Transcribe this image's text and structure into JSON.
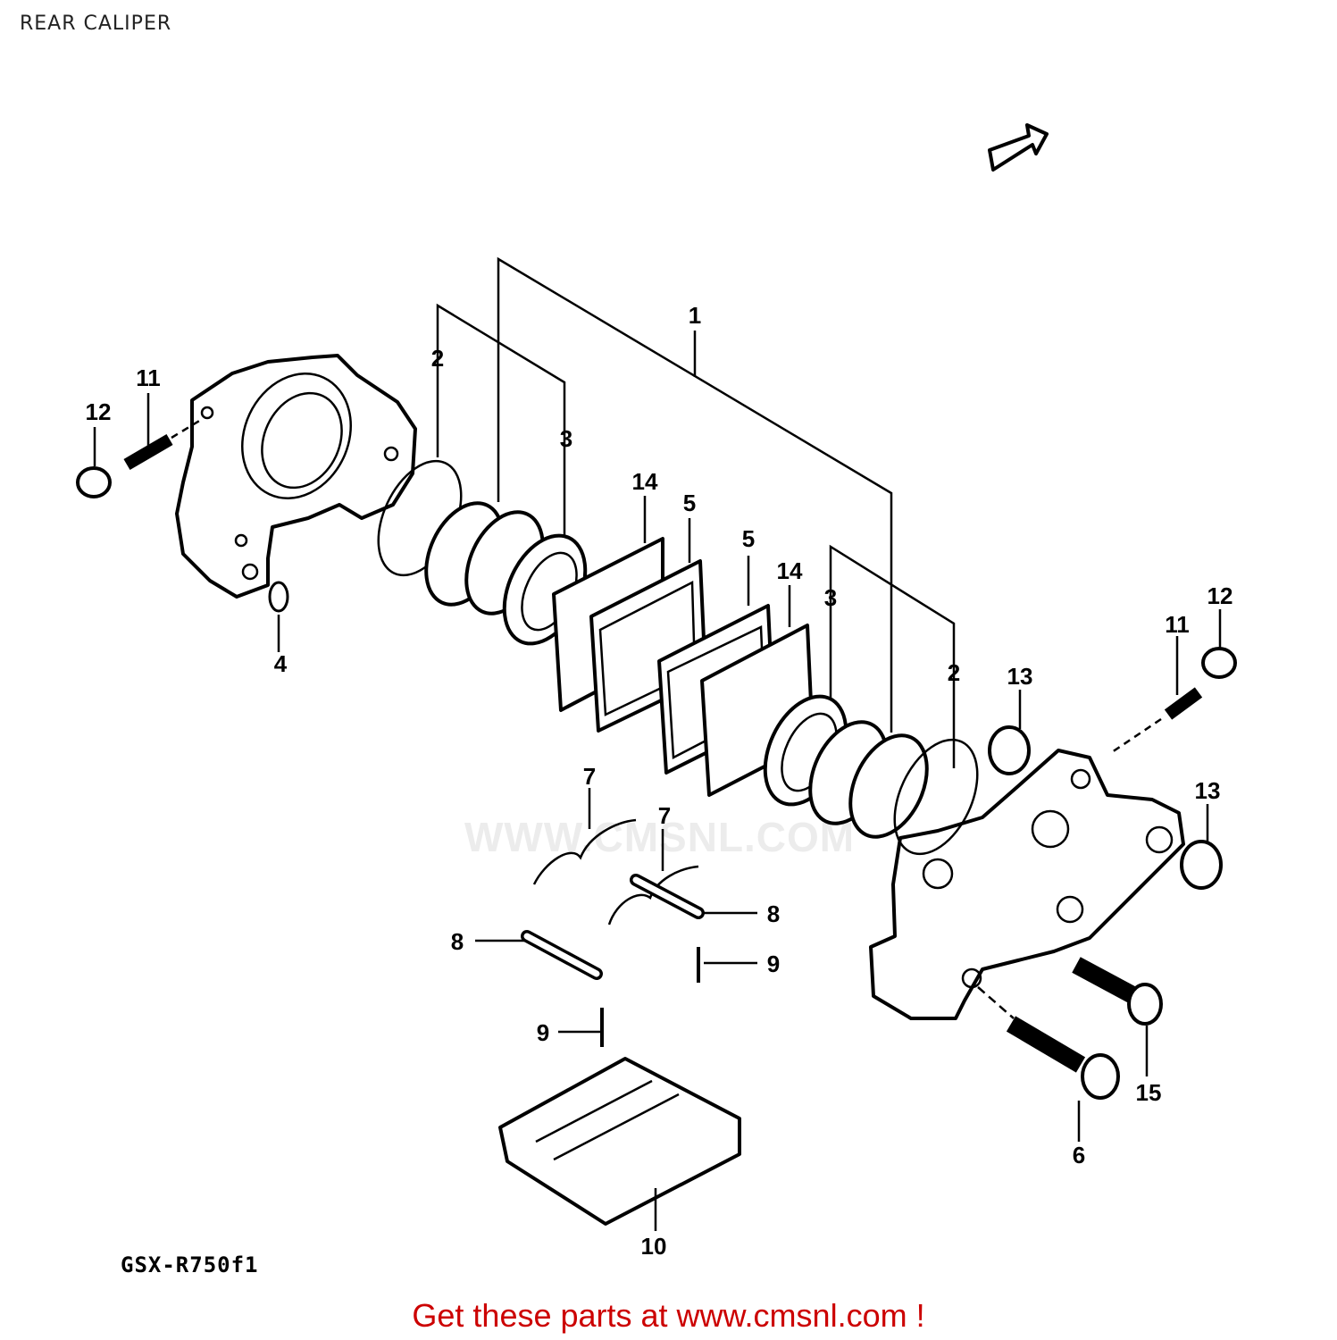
{
  "header": {
    "title": "REAR CALIPER"
  },
  "diagram": {
    "model_label": "GSX-R750f1",
    "callouts": [
      {
        "id": "c1",
        "text": "1"
      },
      {
        "id": "c2a",
        "text": "2"
      },
      {
        "id": "c2b",
        "text": "2"
      },
      {
        "id": "c3a",
        "text": "3"
      },
      {
        "id": "c3b",
        "text": "3"
      },
      {
        "id": "c4",
        "text": "4"
      },
      {
        "id": "c5a",
        "text": "5"
      },
      {
        "id": "c5b",
        "text": "5"
      },
      {
        "id": "c6",
        "text": "6"
      },
      {
        "id": "c7a",
        "text": "7"
      },
      {
        "id": "c7b",
        "text": "7"
      },
      {
        "id": "c8a",
        "text": "8"
      },
      {
        "id": "c8b",
        "text": "8"
      },
      {
        "id": "c9a",
        "text": "9"
      },
      {
        "id": "c9b",
        "text": "9"
      },
      {
        "id": "c10",
        "text": "10"
      },
      {
        "id": "c11a",
        "text": "11"
      },
      {
        "id": "c11b",
        "text": "11"
      },
      {
        "id": "c12a",
        "text": "12"
      },
      {
        "id": "c12b",
        "text": "12"
      },
      {
        "id": "c13a",
        "text": "13"
      },
      {
        "id": "c13b",
        "text": "13"
      },
      {
        "id": "c14a",
        "text": "14"
      },
      {
        "id": "c14b",
        "text": "14"
      },
      {
        "id": "c15",
        "text": "15"
      }
    ]
  },
  "watermark": "WWW.CMSNL.COM",
  "footer": {
    "cta": "Get these parts at www.cmsnl.com !"
  }
}
